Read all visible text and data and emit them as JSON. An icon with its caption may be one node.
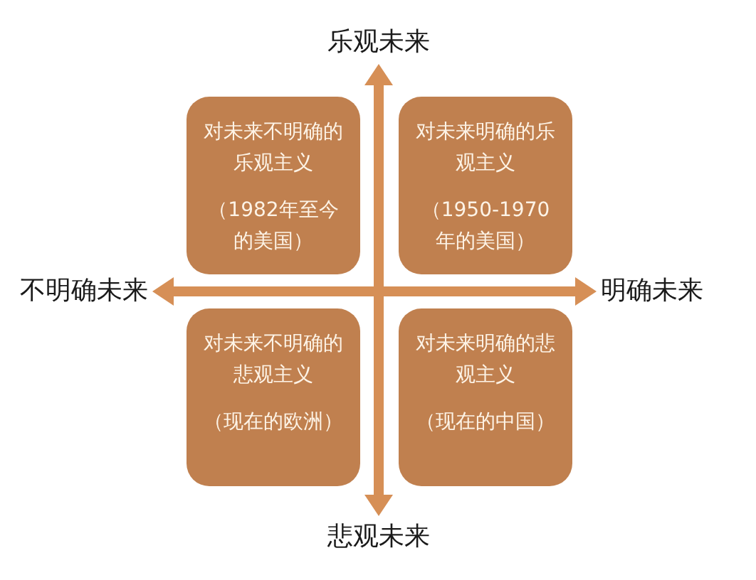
{
  "diagram": {
    "nodes": [
      {
        "text": [
          "乐观未来"
        ]
      },
      {
        "text": [
          "对未来不明确的乐观主义",
          "（1982年至今的美国）"
        ]
      },
      {
        "text": [
          "对未来明确的乐观主义",
          "（1950-1970年的美国）"
        ]
      },
      {
        "text": [
          "不明确未来"
        ]
      },
      {
        "text": [
          "明确未来"
        ]
      },
      {
        "text": [
          "对未来不明确的悲观主义",
          "（现在的欧洲）"
        ]
      },
      {
        "text": [
          "对未来明确的悲观主义",
          "（现在的中国）"
        ]
      },
      {
        "text": [
          "悲观未来"
        ]
      }
    ],
    "edges": [
      {
        "from": 0,
        "to": 7,
        "arrow": "both"
      },
      {
        "from": 3,
        "to": 4,
        "arrow": "both"
      }
    ]
  }
}
